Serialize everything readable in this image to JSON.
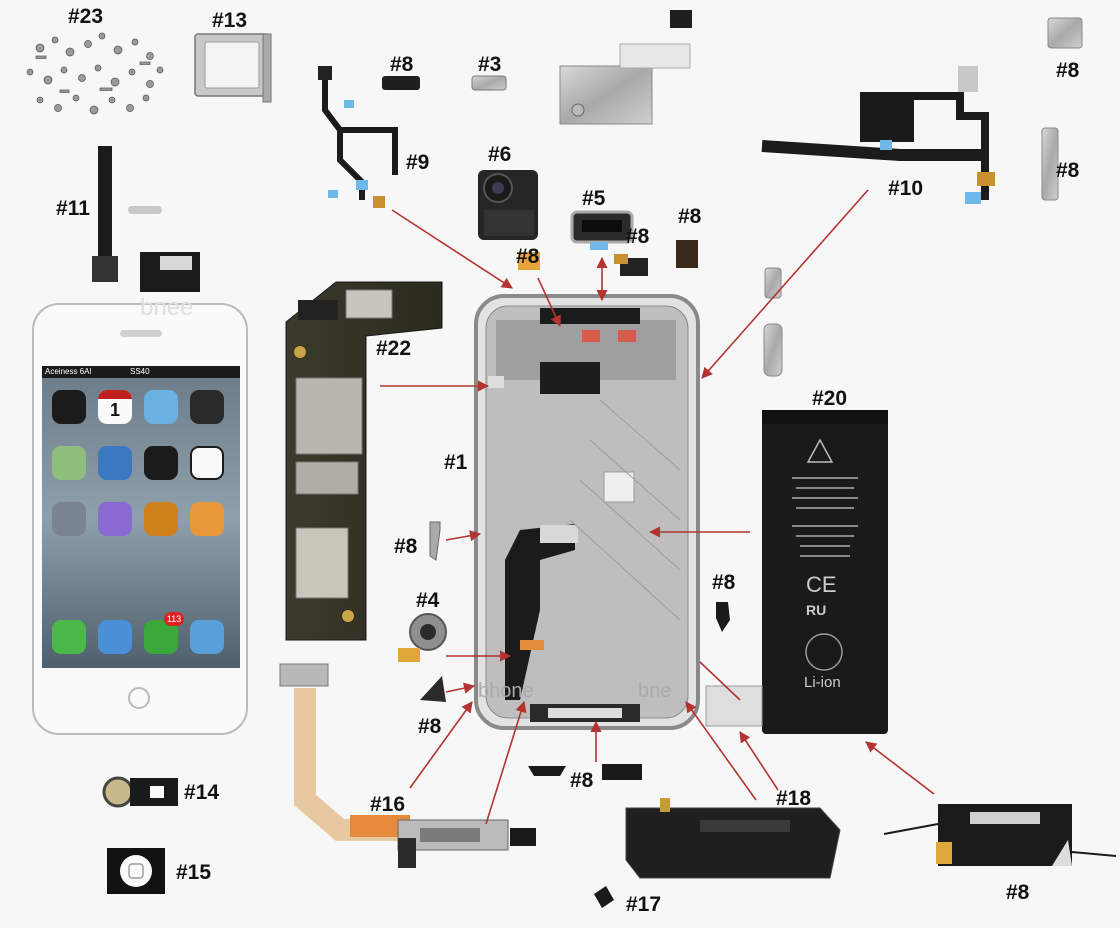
{
  "labels": {
    "l23": "#23",
    "l13": "#13",
    "l8a": "#8",
    "l3": "#3",
    "l8b": "#8",
    "l9": "#9",
    "l6": "#6",
    "l10": "#10",
    "l8c": "#8",
    "l11": "#11",
    "l5": "#5",
    "l8d": "#8",
    "l8e": "#8",
    "l8f": "#8",
    "l22": "#22",
    "l20": "#20",
    "l1": "#1",
    "l8g": "#8",
    "l8h": "#8",
    "l4": "#4",
    "l8i": "#8",
    "l14": "#14",
    "l16": "#16",
    "l8j": "#8",
    "l18": "#18",
    "l15": "#15",
    "l17": "#17",
    "l8k": "#8"
  },
  "phone_screen": {
    "carrier": "Aceiness 6Al",
    "time": "SS40",
    "calendar_day": "1",
    "badge": "113"
  },
  "watermarks": {
    "bg1": "bnee",
    "bg2": "bhone",
    "bg3": "bne"
  },
  "battery": {
    "cert_mark": "CE",
    "ul_mark": "RU",
    "chem": "Li-ion"
  },
  "colors": {
    "arrow": "#b3332f",
    "background": "#f7f7f7",
    "battery_body": "#1a1a1a",
    "flex_cable": "#1b1b1b",
    "flex_orange": "#e58a3a",
    "frame_metal": "#b9b9b9"
  }
}
